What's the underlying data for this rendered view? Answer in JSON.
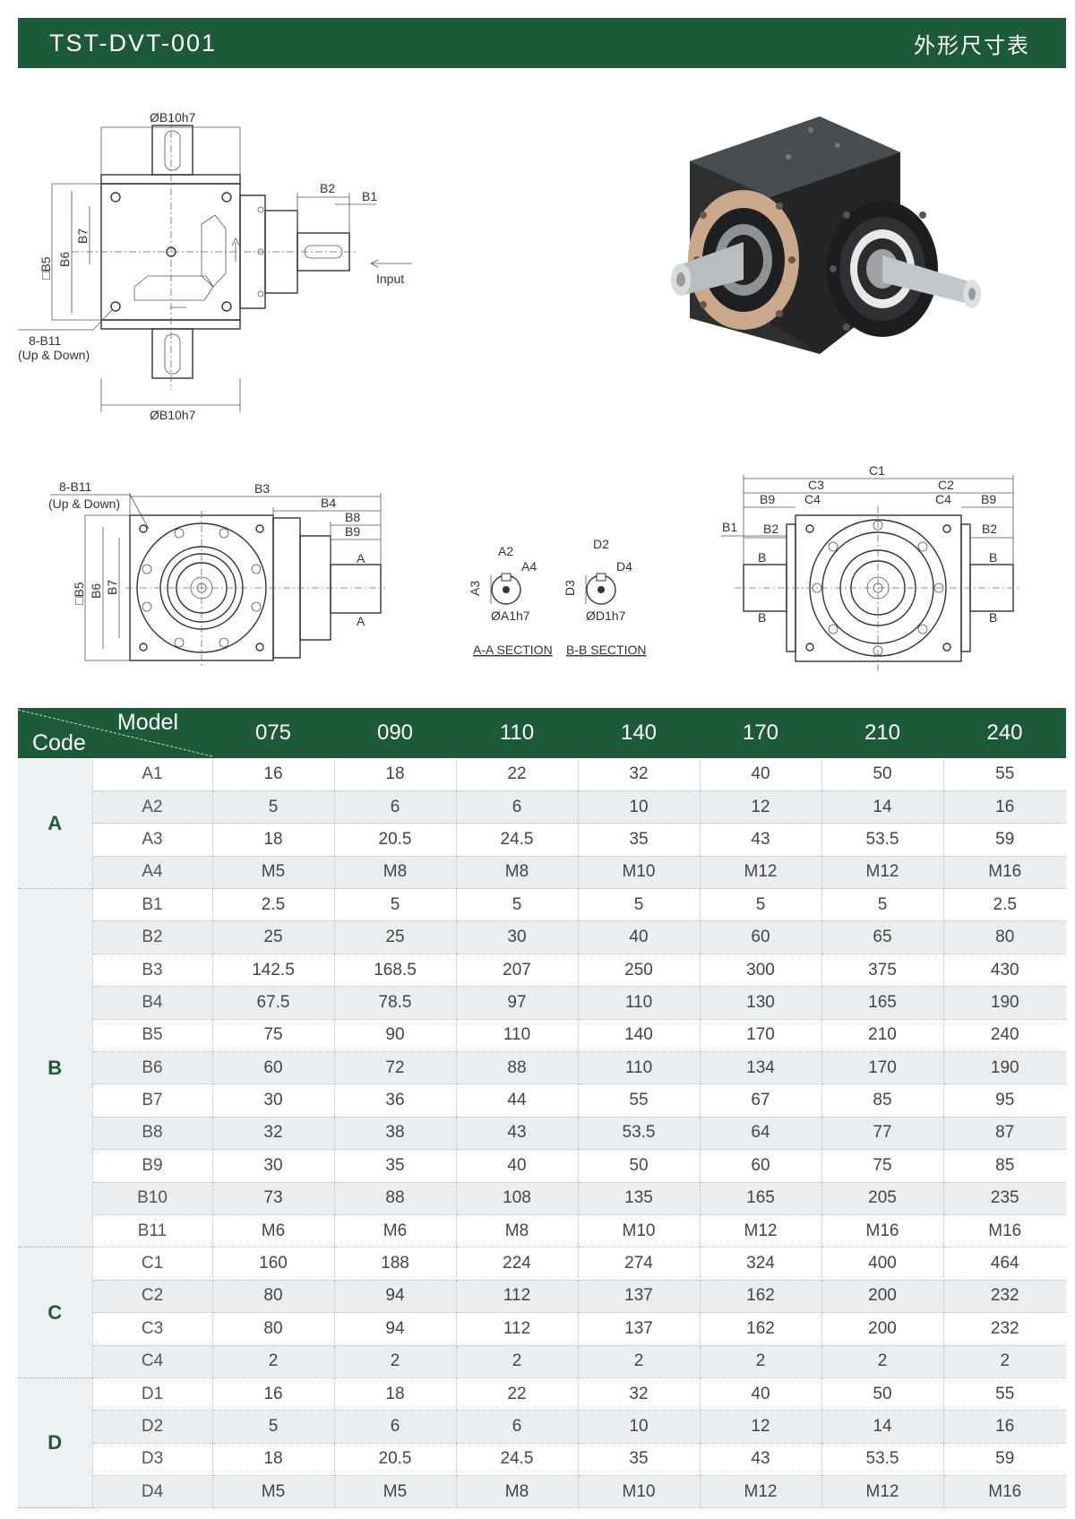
{
  "header": {
    "code": "TST-DVT-001",
    "title_cn": "外形尺寸表"
  },
  "drawings": {
    "top_view": {
      "b10_top": "ØB10h7",
      "b10_bottom": "ØB10h7",
      "b2": "B2",
      "b1": "B1",
      "b7": "B7",
      "b6": "B6",
      "b5": "□B5",
      "b11": "8-B11",
      "b11_note": "(Up & Down)",
      "input": "Input"
    },
    "front_view": {
      "b11": "8-B11",
      "b11_note": "(Up & Down)",
      "b3": "B3",
      "b4": "B4",
      "b8": "B8",
      "b9": "B9",
      "b7": "B7",
      "b6": "B6",
      "b5": "□B5",
      "a": "A"
    },
    "section_a": {
      "a2": "A2",
      "a4": "A4",
      "a3": "A3",
      "a1": "ØA1h7",
      "caption": "A-A SECTION"
    },
    "section_b": {
      "d2": "D2",
      "d4": "D4",
      "d3": "D3",
      "d1": "ØD1h7",
      "caption": "B-B SECTION"
    },
    "side_view": {
      "c1": "C1",
      "c3": "C3",
      "c2": "C2",
      "c4": "C4",
      "b9": "B9",
      "b1": "B1",
      "b2": "B2",
      "b": "B"
    }
  },
  "table": {
    "header": {
      "model_label": "Model",
      "code_label": "Code"
    },
    "models": [
      "075",
      "090",
      "110",
      "140",
      "170",
      "210",
      "240"
    ],
    "groups": [
      {
        "name": "A",
        "rows": [
          {
            "code": "A1",
            "values": [
              "16",
              "18",
              "22",
              "32",
              "40",
              "50",
              "55"
            ]
          },
          {
            "code": "A2",
            "values": [
              "5",
              "6",
              "6",
              "10",
              "12",
              "14",
              "16"
            ]
          },
          {
            "code": "A3",
            "values": [
              "18",
              "20.5",
              "24.5",
              "35",
              "43",
              "53.5",
              "59"
            ]
          },
          {
            "code": "A4",
            "values": [
              "M5",
              "M8",
              "M8",
              "M10",
              "M12",
              "M12",
              "M16"
            ]
          }
        ]
      },
      {
        "name": "B",
        "rows": [
          {
            "code": "B1",
            "values": [
              "2.5",
              "5",
              "5",
              "5",
              "5",
              "5",
              "2.5"
            ]
          },
          {
            "code": "B2",
            "values": [
              "25",
              "25",
              "30",
              "40",
              "60",
              "65",
              "80"
            ]
          },
          {
            "code": "B3",
            "values": [
              "142.5",
              "168.5",
              "207",
              "250",
              "300",
              "375",
              "430"
            ]
          },
          {
            "code": "B4",
            "values": [
              "67.5",
              "78.5",
              "97",
              "110",
              "130",
              "165",
              "190"
            ]
          },
          {
            "code": "B5",
            "values": [
              "75",
              "90",
              "110",
              "140",
              "170",
              "210",
              "240"
            ]
          },
          {
            "code": "B6",
            "values": [
              "60",
              "72",
              "88",
              "110",
              "134",
              "170",
              "190"
            ]
          },
          {
            "code": "B7",
            "values": [
              "30",
              "36",
              "44",
              "55",
              "67",
              "85",
              "95"
            ]
          },
          {
            "code": "B8",
            "values": [
              "32",
              "38",
              "43",
              "53.5",
              "64",
              "77",
              "87"
            ]
          },
          {
            "code": "B9",
            "values": [
              "30",
              "35",
              "40",
              "50",
              "60",
              "75",
              "85"
            ]
          },
          {
            "code": "B10",
            "values": [
              "73",
              "88",
              "108",
              "135",
              "165",
              "205",
              "235"
            ]
          },
          {
            "code": "B11",
            "values": [
              "M6",
              "M6",
              "M8",
              "M10",
              "M12",
              "M16",
              "M16"
            ]
          }
        ]
      },
      {
        "name": "C",
        "rows": [
          {
            "code": "C1",
            "values": [
              "160",
              "188",
              "224",
              "274",
              "324",
              "400",
              "464"
            ]
          },
          {
            "code": "C2",
            "values": [
              "80",
              "94",
              "112",
              "137",
              "162",
              "200",
              "232"
            ]
          },
          {
            "code": "C3",
            "values": [
              "80",
              "94",
              "112",
              "137",
              "162",
              "200",
              "232"
            ]
          },
          {
            "code": "C4",
            "values": [
              "2",
              "2",
              "2",
              "2",
              "2",
              "2",
              "2"
            ]
          }
        ]
      },
      {
        "name": "D",
        "rows": [
          {
            "code": "D1",
            "values": [
              "16",
              "18",
              "22",
              "32",
              "40",
              "50",
              "55"
            ]
          },
          {
            "code": "D2",
            "values": [
              "5",
              "6",
              "6",
              "10",
              "12",
              "14",
              "16"
            ]
          },
          {
            "code": "D3",
            "values": [
              "18",
              "20.5",
              "24.5",
              "35",
              "43",
              "53.5",
              "59"
            ]
          },
          {
            "code": "D4",
            "values": [
              "M5",
              "M5",
              "M8",
              "M10",
              "M12",
              "M12",
              "M16"
            ]
          }
        ]
      }
    ]
  }
}
